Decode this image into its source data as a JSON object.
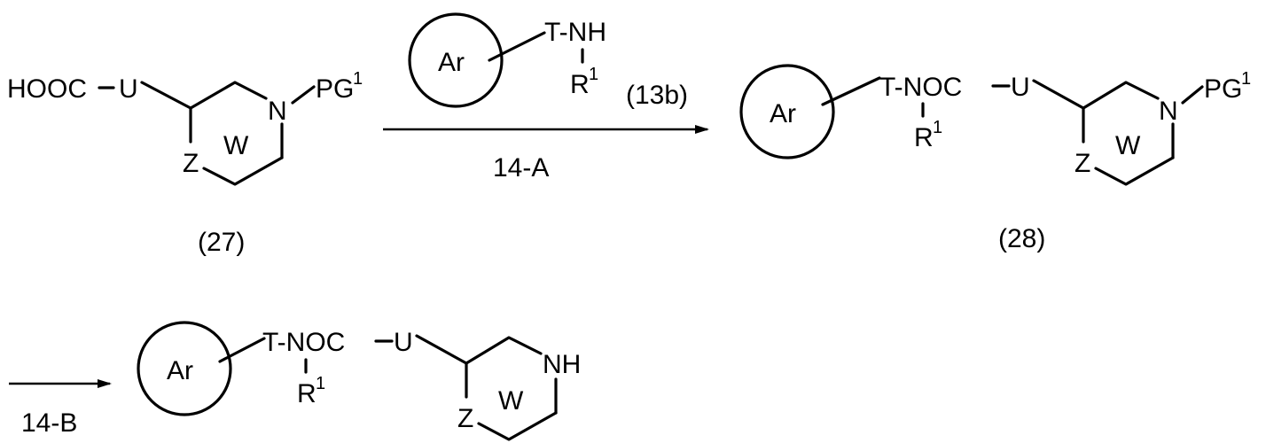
{
  "compound_27": {
    "acid_group": "HOOC",
    "linker": "U",
    "ring_label": "W",
    "ring_atom": "Z",
    "ring_n": "N",
    "protecting_group": "PG",
    "protecting_group_sup": "1",
    "number": "(27)"
  },
  "reagent_13b": {
    "aryl": "Ar",
    "t_nh": "T-NH",
    "r": "R",
    "r_sup": "1",
    "number": "(13b)"
  },
  "step_1": {
    "label": "14-A"
  },
  "compound_28": {
    "aryl": "Ar",
    "amide": "T-NOC",
    "linker": "U",
    "r": "R",
    "r_sup": "1",
    "ring_label": "W",
    "ring_atom": "Z",
    "ring_n": "N",
    "protecting_group": "PG",
    "protecting_group_sup": "1",
    "number": "(28)"
  },
  "step_2": {
    "label": "14-B"
  },
  "product": {
    "aryl": "Ar",
    "amide": "T-NOC",
    "linker": "U",
    "r": "R",
    "r_sup": "1",
    "ring_label": "W",
    "ring_atom": "Z",
    "ring_nh": "NH"
  }
}
